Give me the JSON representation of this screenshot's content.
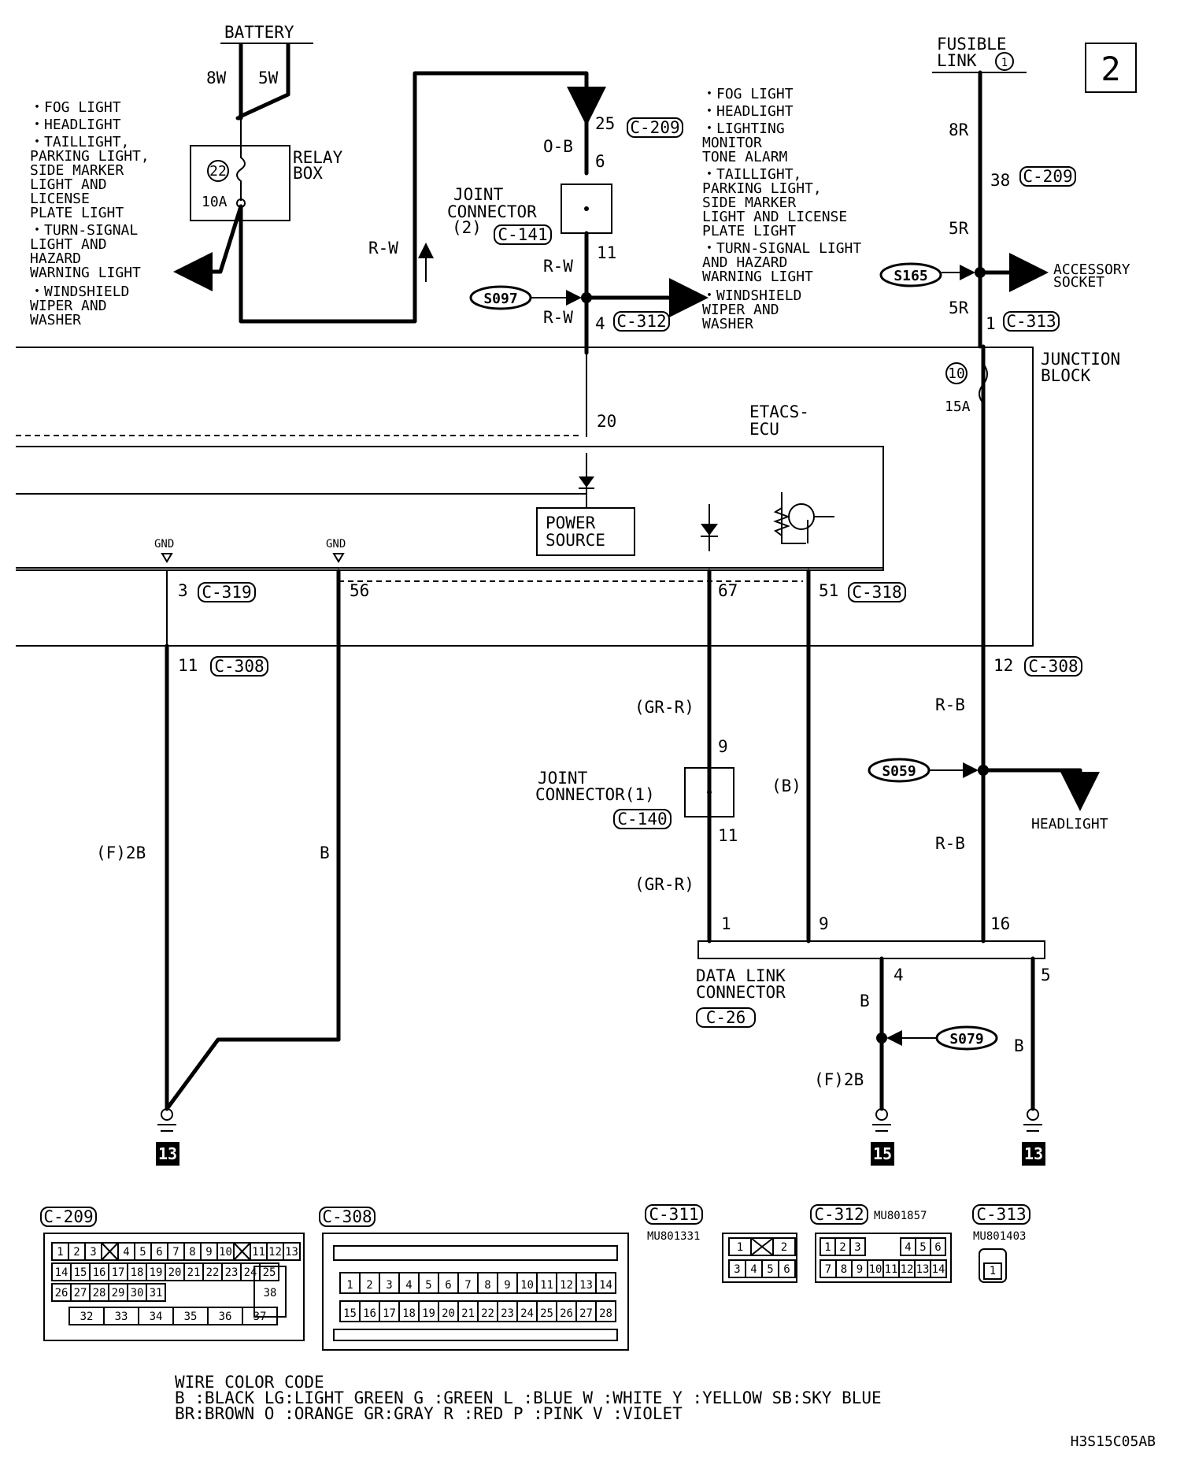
{
  "page_number": "2",
  "battery": {
    "label": "BATTERY",
    "wire_left": "8W",
    "wire_right": "5W"
  },
  "relay_box": {
    "label_line1": "RELAY",
    "label_line2": "BOX",
    "fuse_number": "22",
    "fuse_rating": "10A"
  },
  "left_loads": [
    "・FOG LIGHT",
    "・HEADLIGHT",
    "・TAILLIGHT,",
    "  PARKING LIGHT,",
    "  SIDE MARKER",
    "  LIGHT AND",
    "  LICENSE",
    "  PLATE LIGHT",
    "・TURN-SIGNAL",
    "  LIGHT AND",
    "  HAZARD",
    "  WARNING LIGHT",
    "・WINDSHIELD",
    "  WIPER AND",
    "  WASHER"
  ],
  "center_loads": [
    "・FOG LIGHT",
    "・HEADLIGHT",
    "・LIGHTING",
    "  MONITOR",
    "  TONE ALARM",
    "・TAILLIGHT,",
    "  PARKING LIGHT,",
    "  SIDE MARKER",
    "  LIGHT AND LICENSE",
    "  PLATE LIGHT",
    "・TURN-SIGNAL LIGHT",
    "  AND HAZARD",
    "  WARNING LIGHT",
    "・WINDSHIELD",
    "  WIPER AND",
    "  WASHER"
  ],
  "wires": {
    "rw_up": "R-W",
    "ob": "O-B",
    "rw_11": "R-W",
    "rw_4": "R-W",
    "r8": "8R",
    "r5a": "5R",
    "r5b": "5R",
    "rb1": "R-B",
    "rb2": "R-B",
    "grr1": "(GR-R)",
    "grr2": "(GR-R)",
    "b_paren": "(B)",
    "f2b_left": "(F)2B",
    "b_mid": "B",
    "b_dlc4": "B",
    "f2b_right": "(F)2B",
    "b_dlc5": "B"
  },
  "pins": {
    "p25": "25",
    "p6": "6",
    "p11": "11",
    "p4": "4",
    "p38": "38",
    "p1": "1",
    "p20": "20",
    "p3": "3",
    "p56": "56",
    "p67": "67",
    "p51": "51",
    "p11b": "11",
    "p12": "12",
    "p9": "9",
    "p11c": "11",
    "d1": "1",
    "d9": "9",
    "d16": "16",
    "d4": "4",
    "d5": "5"
  },
  "connectors": {
    "c209": "C-209",
    "c209b": "C-209",
    "c141": "C-141",
    "c312": "C-312",
    "c313": "C-313",
    "c319": "C-319",
    "c318": "C-318",
    "c308a": "C-308",
    "c308b": "C-308",
    "c140": "C-140",
    "c26": "C-26"
  },
  "joint_connector_2": {
    "line1": "JOINT",
    "line2": "CONNECTOR",
    "line3": "(2)"
  },
  "joint_connector_1": {
    "line1": "JOINT",
    "line2": "CONNECTOR(1)"
  },
  "splices": {
    "s097": "S097",
    "s165": "S165",
    "s059": "S059",
    "s079": "S079"
  },
  "fusible_link": {
    "line1": "FUSIBLE",
    "line2": "LINK",
    "number": "1"
  },
  "accessory_socket": {
    "line1": "ACCESSORY",
    "line2": "SOCKET"
  },
  "junction_block": {
    "line1": "JUNCTION",
    "line2": "BLOCK",
    "fuse_number": "10",
    "fuse_rating": "15A"
  },
  "etacs": {
    "line1": "ETACS-",
    "line2": "ECU",
    "power_source_1": "POWER",
    "power_source_2": "SOURCE",
    "gnd1": "GND",
    "gnd2": "GND"
  },
  "headlight": "HEADLIGHT",
  "dlc": {
    "line1": "DATA LINK",
    "line2": "CONNECTOR"
  },
  "grounds": {
    "g1": "13",
    "g2": "15",
    "g3": "13"
  },
  "connector_views": {
    "c209": {
      "name": "C-209",
      "row1": [
        "1",
        "2",
        "3",
        "",
        "4",
        "5",
        "6",
        "7",
        "8",
        "9",
        "10",
        "",
        "11",
        "12",
        "13"
      ],
      "row2": [
        "14",
        "15",
        "16",
        "17",
        "18",
        "19",
        "20",
        "21",
        "22",
        "23",
        "24",
        "25"
      ],
      "row3": [
        "26",
        "27",
        "28",
        "29",
        "30",
        "31"
      ],
      "row4": [
        "32",
        "33",
        "34",
        "35",
        "36",
        "37"
      ],
      "big": "38"
    },
    "c308": {
      "name": "C-308",
      "row1": [
        "1",
        "2",
        "3",
        "4",
        "5",
        "6",
        "7",
        "8",
        "9",
        "10",
        "11",
        "12",
        "13",
        "14"
      ],
      "row2": [
        "15",
        "16",
        "17",
        "18",
        "19",
        "20",
        "21",
        "22",
        "23",
        "24",
        "25",
        "26",
        "27",
        "28"
      ]
    },
    "c311": {
      "name": "C-311",
      "part": "MU801331",
      "row1": [
        "1",
        "",
        "2"
      ],
      "row2": [
        "3",
        "4",
        "5",
        "6"
      ]
    },
    "c312": {
      "name": "C-312",
      "part": "MU801857",
      "row1": [
        "1",
        "2",
        "3",
        "4",
        "5",
        "6"
      ],
      "row2": [
        "7",
        "8",
        "9",
        "10",
        "11",
        "12",
        "13",
        "14"
      ]
    },
    "c313": {
      "name": "C-313",
      "part": "MU801403",
      "pin": "1"
    }
  },
  "wire_color_code": {
    "title": "WIRE COLOR CODE",
    "line1": "B :BLACK    LG:LIGHT GREEN   G :GREEN    L :BLUE    W :WHITE    Y :YELLOW   SB:SKY BLUE",
    "line2": "BR:BROWN    O :ORANGE        GR:GRAY     R :RED     P :PINK     V :VIOLET"
  },
  "figure_code": "H3S15C05AB"
}
